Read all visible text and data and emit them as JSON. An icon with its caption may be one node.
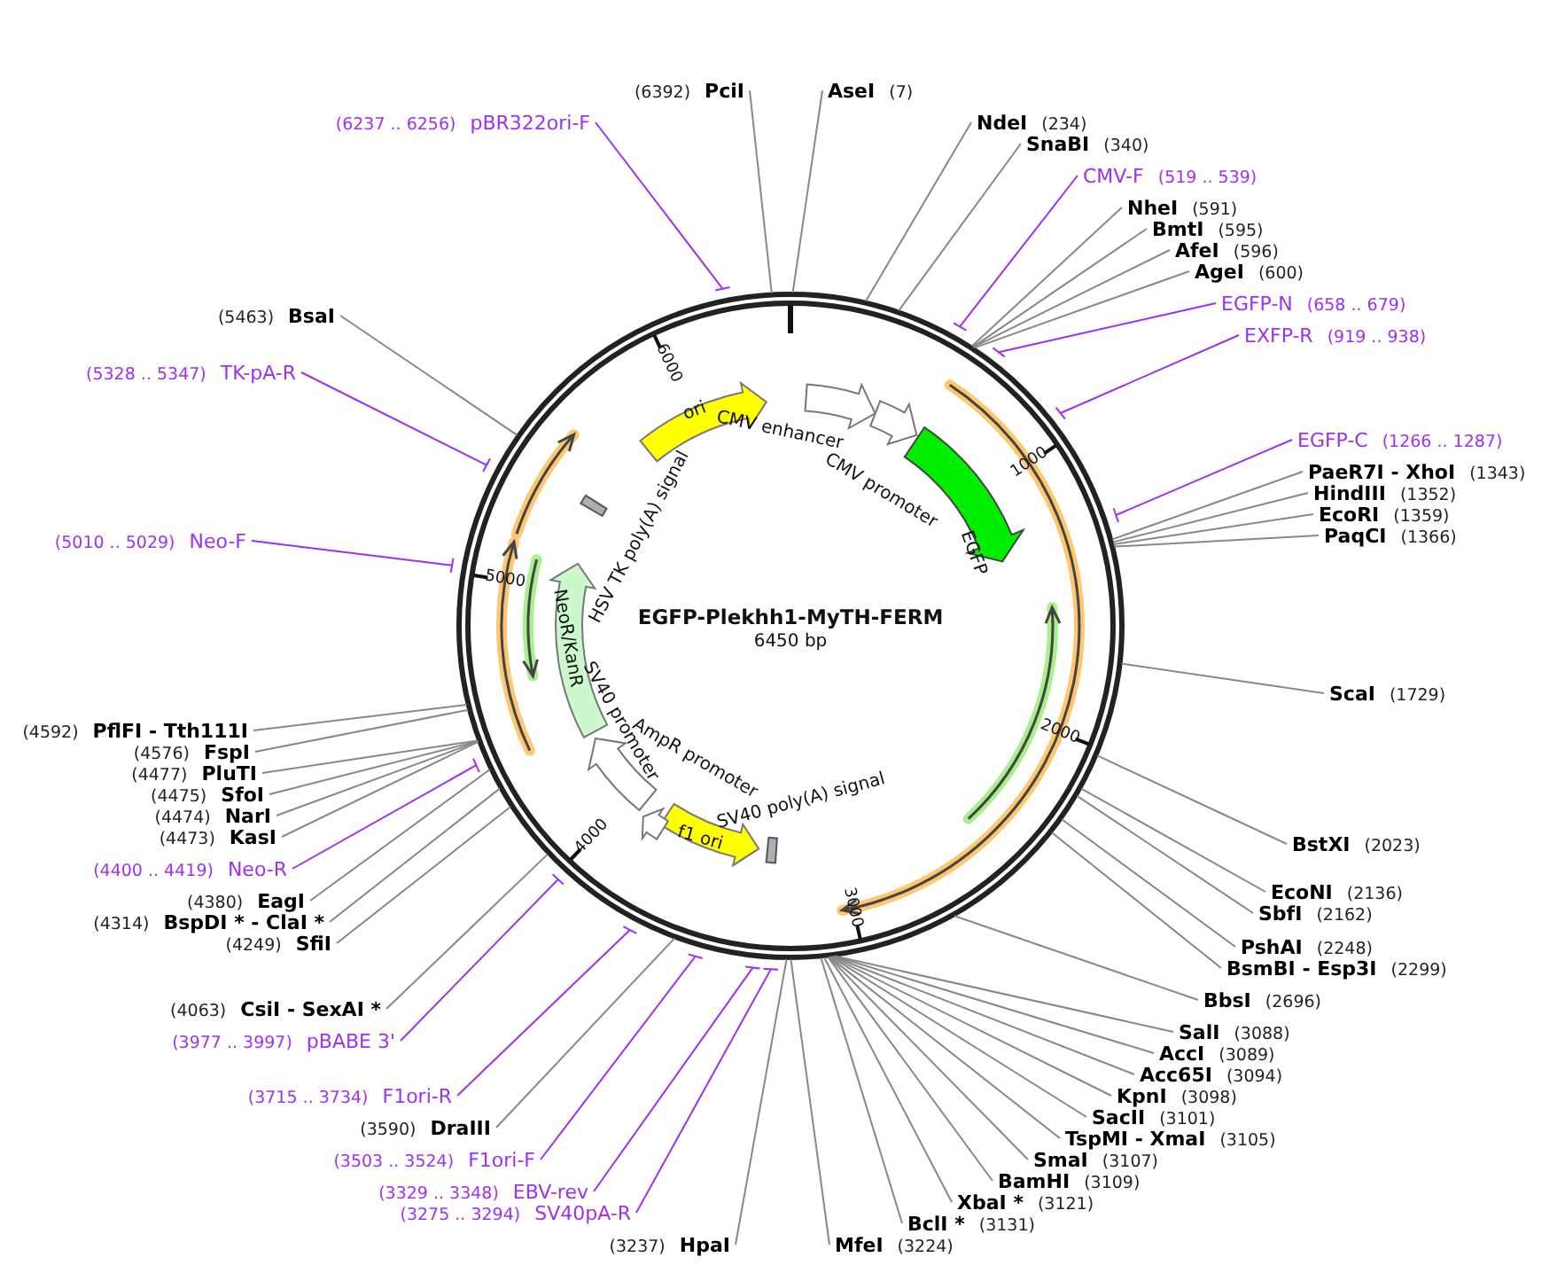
{
  "diagram": {
    "title": "EGFP-Plekhh1-MyTH-FERM",
    "nodes": [
      {
        "text": [
          "(6392)",
          "PciI"
        ]
      },
      {
        "text": [
          "AseI",
          "(7)"
        ]
      },
      {
        "text": [
          "NdeI",
          "(234)"
        ]
      },
      {
        "text": [
          "SnaBI",
          "(340)"
        ]
      },
      {
        "text": [
          "CMV-F",
          "(519 .. 539)"
        ]
      },
      {
        "text": [
          "NheI",
          "(591)"
        ]
      },
      {
        "text": [
          "BmtI",
          "(595)"
        ]
      },
      {
        "text": [
          "AfeI",
          "(596)"
        ]
      },
      {
        "text": [
          "AgeI",
          "(600)"
        ]
      },
      {
        "text": [
          "EGFP-N",
          "(658 .. 679)"
        ]
      },
      {
        "text": [
          "EXFP-R",
          "(919 .. 938)"
        ]
      },
      {
        "text": [
          "EGFP-C",
          "(1266 .. 1287)"
        ]
      },
      {
        "text": [
          "PaeR7I - XhoI",
          "(1343)"
        ]
      },
      {
        "text": [
          "HindIII",
          "(1352)"
        ]
      },
      {
        "text": [
          "EcoRI",
          "(1359)"
        ]
      },
      {
        "text": [
          "PaqCI",
          "(1366)"
        ]
      },
      {
        "text": [
          "ScaI",
          "(1729)"
        ]
      },
      {
        "text": [
          "BstXI",
          "(2023)"
        ]
      },
      {
        "text": [
          "EcoNI",
          "(2136)"
        ]
      },
      {
        "text": [
          "SbfI",
          "(2162)"
        ]
      },
      {
        "text": [
          "PshAI",
          "(2248)"
        ]
      },
      {
        "text": [
          "BsmBI - Esp3I",
          "(2299)"
        ]
      },
      {
        "text": [
          "BbsI",
          "(2696)"
        ]
      },
      {
        "text": [
          "SalI",
          "(3088)"
        ]
      },
      {
        "text": [
          "AccI",
          "(3089)"
        ]
      },
      {
        "text": [
          "Acc65I",
          "(3094)"
        ]
      },
      {
        "text": [
          "KpnI",
          "(3098)"
        ]
      },
      {
        "text": [
          "SacII",
          "(3101)"
        ]
      },
      {
        "text": [
          "TspMI - XmaI",
          "(3105)"
        ]
      },
      {
        "text": [
          "SmaI",
          "(3107)"
        ]
      },
      {
        "text": [
          "BamHI",
          "(3109)"
        ]
      },
      {
        "text": [
          "XbaI *",
          "(3121)"
        ]
      },
      {
        "text": [
          "BclI *",
          "(3131)"
        ]
      },
      {
        "text": [
          "MfeI",
          "(3224)"
        ]
      },
      {
        "text": [
          "(6237 .. 6256)",
          "pBR322ori-F"
        ]
      },
      {
        "text": [
          "(5463)",
          "BsaI"
        ]
      },
      {
        "text": [
          "(5328 .. 5347)",
          "TK-pA-R"
        ]
      },
      {
        "text": [
          "(5010 .. 5029)",
          "Neo-F"
        ]
      },
      {
        "text": [
          "(4592)",
          "PflFI - Tth111I"
        ]
      },
      {
        "text": [
          "(4576)",
          "FspI"
        ]
      },
      {
        "text": [
          "(4477)",
          "PluTI"
        ]
      },
      {
        "text": [
          "(4475)",
          "SfoI"
        ]
      },
      {
        "text": [
          "(4474)",
          "NarI"
        ]
      },
      {
        "text": [
          "(4473)",
          "KasI"
        ]
      },
      {
        "text": [
          "(4400 .. 4419)",
          "Neo-R"
        ]
      },
      {
        "text": [
          "(4380)",
          "EagI"
        ]
      },
      {
        "text": [
          "(4314)",
          "BspDI * - ClaI *"
        ]
      },
      {
        "text": [
          "(4249)",
          "SfiI"
        ]
      },
      {
        "text": [
          "(4063)",
          "CsiI - SexAI *"
        ]
      },
      {
        "text": [
          "(3977 .. 3997)",
          "pBABE 3'"
        ]
      },
      {
        "text": [
          "(3715 .. 3734)",
          "F1ori-R"
        ]
      },
      {
        "text": [
          "(3590)",
          "DraIII"
        ]
      },
      {
        "text": [
          "(3503 .. 3524)",
          "F1ori-F"
        ]
      },
      {
        "text": [
          "(3329 .. 3348)",
          "EBV-rev"
        ]
      },
      {
        "text": [
          "(3275 .. 3294)",
          "SV40pA-R"
        ]
      },
      {
        "text": [
          "(3237)",
          "HpaI"
        ]
      },
      {
        "text": [
          "ori"
        ]
      },
      {
        "text": [
          "CMV enhancer"
        ]
      },
      {
        "text": [
          "CMV promoter"
        ]
      },
      {
        "text": [
          "EGFP"
        ]
      },
      {
        "text": [
          "SV40 poly(A) signal"
        ]
      },
      {
        "text": [
          "f1 ori"
        ]
      },
      {
        "text": [
          "AmpR promoter"
        ]
      },
      {
        "text": [
          "SV40 promoter"
        ]
      },
      {
        "text": [
          "NeoR/KanR"
        ]
      },
      {
        "text": [
          "HSV TK poly(A) signal"
        ]
      }
    ],
    "edges": [
      {
        "from": 0,
        "to": null,
        "arrow": "none"
      },
      {
        "from": 1,
        "to": null,
        "arrow": "none"
      },
      {
        "from": 2,
        "to": null,
        "arrow": "none"
      },
      {
        "from": 3,
        "to": null,
        "arrow": "none"
      },
      {
        "from": 4,
        "to": null,
        "arrow": "none",
        "color": "#a030f0"
      },
      {
        "from": 5,
        "to": null,
        "arrow": "none"
      },
      {
        "from": 6,
        "to": null,
        "arrow": "none"
      },
      {
        "from": 7,
        "to": null,
        "arrow": "none"
      },
      {
        "from": 8,
        "to": null,
        "arrow": "none"
      },
      {
        "from": 9,
        "to": null,
        "arrow": "none",
        "color": "#a030f0"
      },
      {
        "from": 10,
        "to": null,
        "arrow": "none",
        "color": "#a030f0"
      },
      {
        "from": 11,
        "to": null,
        "arrow": "none",
        "color": "#a030f0"
      },
      {
        "from": 12,
        "to": null,
        "arrow": "none"
      },
      {
        "from": 13,
        "to": null,
        "arrow": "none"
      },
      {
        "from": 14,
        "to": null,
        "arrow": "none"
      },
      {
        "from": 15,
        "to": null,
        "arrow": "none"
      },
      {
        "from": 16,
        "to": null,
        "arrow": "none"
      },
      {
        "from": 17,
        "to": null,
        "arrow": "none"
      },
      {
        "from": 18,
        "to": null,
        "arrow": "none"
      },
      {
        "from": 19,
        "to": null,
        "arrow": "none"
      },
      {
        "from": 20,
        "to": null,
        "arrow": "none"
      },
      {
        "from": 21,
        "to": null,
        "arrow": "none"
      },
      {
        "from": 22,
        "to": null,
        "arrow": "none"
      },
      {
        "from": 23,
        "to": null,
        "arrow": "none"
      },
      {
        "from": 24,
        "to": null,
        "arrow": "none"
      },
      {
        "from": 25,
        "to": null,
        "arrow": "none"
      },
      {
        "from": 26,
        "to": null,
        "arrow": "none"
      },
      {
        "from": 27,
        "to": null,
        "arrow": "none"
      },
      {
        "from": 28,
        "to": null,
        "arrow": "none"
      },
      {
        "from": 29,
        "to": null,
        "arrow": "none"
      },
      {
        "from": 30,
        "to": null,
        "arrow": "none"
      },
      {
        "from": 31,
        "to": null,
        "arrow": "none"
      },
      {
        "from": 32,
        "to": null,
        "arrow": "none"
      },
      {
        "from": 33,
        "to": null,
        "arrow": "none"
      },
      {
        "from": 34,
        "to": null,
        "arrow": "none",
        "color": "#a030f0"
      },
      {
        "from": 35,
        "to": null,
        "arrow": "none"
      },
      {
        "from": 36,
        "to": null,
        "arrow": "none",
        "color": "#a030f0"
      },
      {
        "from": 37,
        "to": null,
        "arrow": "none",
        "color": "#a030f0"
      },
      {
        "from": 38,
        "to": null,
        "arrow": "none"
      },
      {
        "from": 39,
        "to": null,
        "arrow": "none"
      },
      {
        "from": 40,
        "to": null,
        "arrow": "none"
      },
      {
        "from": 41,
        "to": null,
        "arrow": "none"
      },
      {
        "from": 42,
        "to": null,
        "arrow": "none"
      },
      {
        "from": 43,
        "to": null,
        "arrow": "none"
      },
      {
        "from": 44,
        "to": null,
        "arrow": "none",
        "color": "#a030f0"
      },
      {
        "from": 45,
        "to": null,
        "arrow": "none"
      },
      {
        "from": 46,
        "to": null,
        "arrow": "none"
      },
      {
        "from": 47,
        "to": null,
        "arrow": "none"
      },
      {
        "from": 48,
        "to": null,
        "arrow": "none"
      },
      {
        "from": 49,
        "to": null,
        "arrow": "none",
        "color": "#a030f0"
      },
      {
        "from": 50,
        "to": null,
        "arrow": "none",
        "color": "#a030f0"
      },
      {
        "from": 51,
        "to": null,
        "arrow": "none"
      },
      {
        "from": 52,
        "to": null,
        "arrow": "none",
        "color": "#a030f0"
      },
      {
        "from": 53,
        "to": null,
        "arrow": "none",
        "color": "#a030f0"
      },
      {
        "from": 54,
        "to": null,
        "arrow": "none",
        "color": "#a030f0"
      },
      {
        "from": 55,
        "to": null,
        "arrow": "none"
      }
    ],
    "labels": [
      "6450 bp",
      "1000",
      "2000",
      "3000",
      "4000",
      "5000",
      "6000"
    ]
  }
}
